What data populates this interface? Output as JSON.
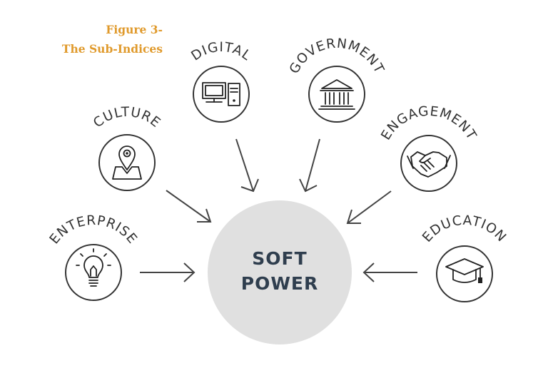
{
  "caption": {
    "line1": "Figure 3-",
    "line2": "The Sub-Indices"
  },
  "center": {
    "line1": "SOFT",
    "line2": "POWER"
  },
  "nodes": [
    {
      "id": "digital",
      "label": "DIGITAL",
      "icon": "computer-icon"
    },
    {
      "id": "government",
      "label": "GOVERNMENT",
      "icon": "government-building-icon"
    },
    {
      "id": "culture",
      "label": "CULTURE",
      "icon": "map-pin-icon"
    },
    {
      "id": "engagement",
      "label": "ENGAGEMENT",
      "icon": "handshake-icon"
    },
    {
      "id": "enterprise",
      "label": "ENTERPRISE",
      "icon": "lightbulb-icon"
    },
    {
      "id": "education",
      "label": "EDUCATION",
      "icon": "graduation-cap-icon"
    }
  ],
  "colors": {
    "caption": "#e09a2c",
    "center_fill": "#e0e0e0",
    "center_text": "#2f3e4e",
    "stroke": "#333333"
  }
}
